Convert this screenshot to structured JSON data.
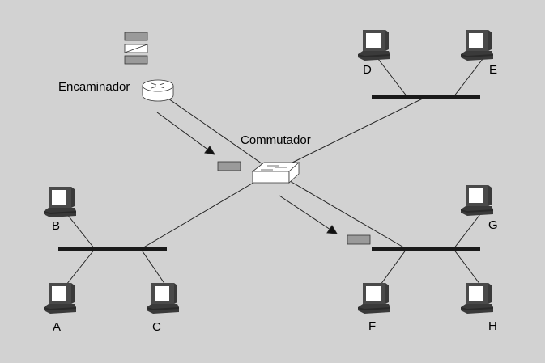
{
  "labels": {
    "router": "Encaminador",
    "switch": "Commutador"
  },
  "hosts": [
    {
      "id": "A",
      "label": "A"
    },
    {
      "id": "B",
      "label": "B"
    },
    {
      "id": "C",
      "label": "C"
    },
    {
      "id": "D",
      "label": "D"
    },
    {
      "id": "E",
      "label": "E"
    },
    {
      "id": "F",
      "label": "F"
    },
    {
      "id": "G",
      "label": "G"
    },
    {
      "id": "H",
      "label": "H"
    }
  ],
  "colors": {
    "background": "#d2d2d2",
    "packet": "#9a9a9a",
    "computer": "#3a3a3a",
    "screen": "#ffffff",
    "bus": "#1a1a1a"
  }
}
